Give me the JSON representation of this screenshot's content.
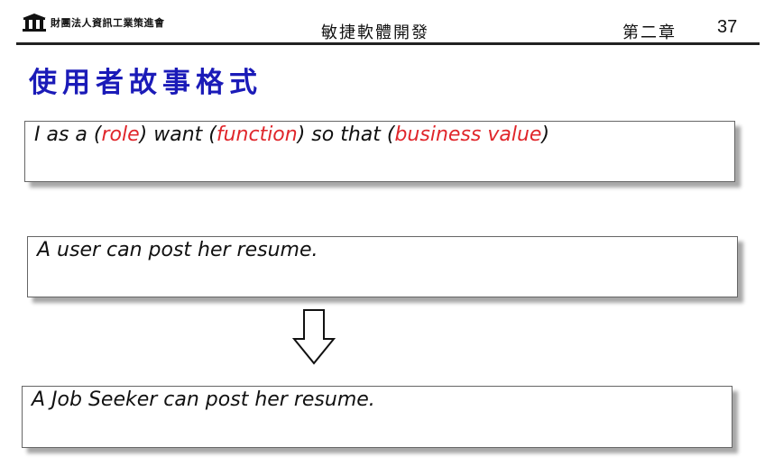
{
  "header": {
    "org_name": "財團法人資訊工業策進會",
    "course_title": "敏捷軟體開發",
    "chapter": "第二章",
    "page_number": "37"
  },
  "slide": {
    "title": "使用者故事格式"
  },
  "template": {
    "p1": "I as a (",
    "role": "role",
    "p2": ") want (",
    "function": "function",
    "p3": ") so that (",
    "value": "business value",
    "p4": ")"
  },
  "example_before": "A user can post her resume.",
  "example_after": "A Job Seeker can post her resume.",
  "colors": {
    "title": "#1b1bb8",
    "highlight": "#e0262b"
  },
  "icons": [
    "institute-logo-icon",
    "down-arrow-icon"
  ]
}
